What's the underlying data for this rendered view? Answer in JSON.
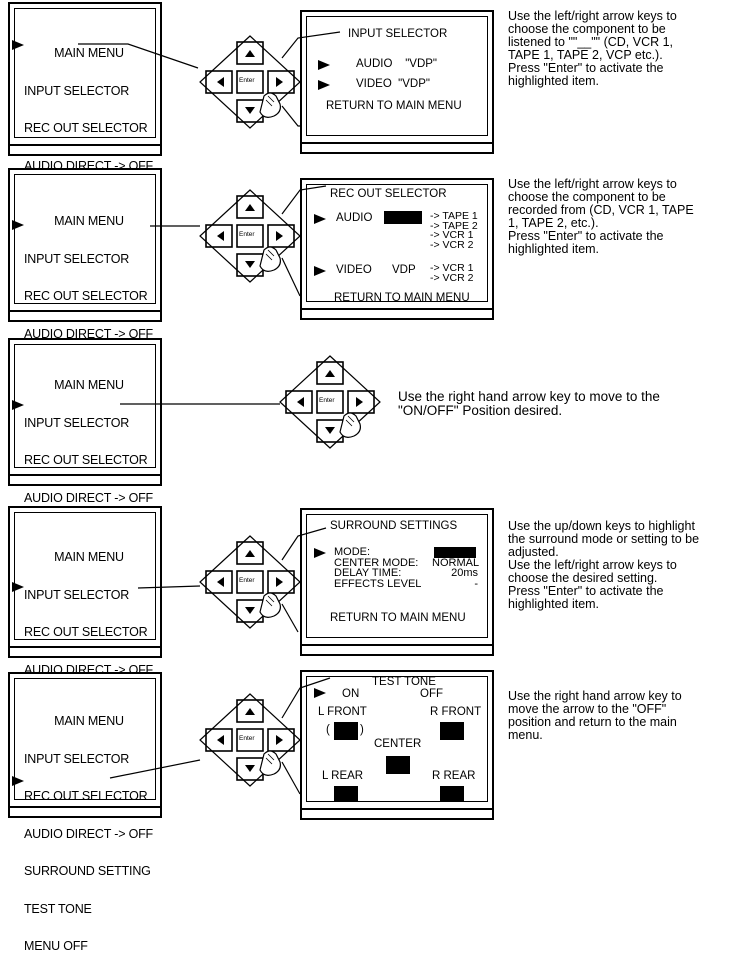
{
  "main_menu": {
    "title": "MAIN MENU",
    "items": [
      "INPUT SELECTOR",
      "REC OUT SELECTOR",
      "AUDIO DIRECT -> OFF",
      "SURROUND SETTING",
      "TEST TONE",
      "MENU OFF"
    ]
  },
  "enter_label": "Enter",
  "panel1": {
    "title": "INPUT SELECTOR",
    "audio": "AUDIO    \"VDP\"",
    "video": "VIDEO  \"VDP\"",
    "ret": "RETURN TO MAIN MENU",
    "desc": "Use the left/right arrow keys to\nchoose the component to be\nlistened to \"\"__\"\" (CD, VCR 1,\nTAPE 1, TAPE 2, VCP etc.).\nPress \"Enter\" to activate the\nhighlighted item."
  },
  "panel2": {
    "title": "REC OUT SELECTOR",
    "audio": "AUDIO",
    "audio_targets": "-> TAPE 1\n-> TAPE 2\n-> VCR 1\n-> VCR 2",
    "video": "VIDEO",
    "video_src": "VDP",
    "video_targets": "-> VCR 1\n-> VCR 2",
    "ret": "RETURN TO MAIN MENU",
    "desc": "Use the left/right arrow keys to\nchoose the component to be\nrecorded from (CD, VCR 1, TAPE\n1, TAPE 2, etc.).\nPress \"Enter\" to activate the\nhighlighted item."
  },
  "panel3": {
    "desc": "Use the right hand arrow key to move to the\n\"ON/OFF\" Position desired."
  },
  "panel4": {
    "title": "SURROUND SETTINGS",
    "labels": "MODE:\nCENTER MODE:\nDELAY TIME:\nEFFECTS LEVEL",
    "values": "\nNORMAL\n20ms\n-",
    "ret": "RETURN TO MAIN MENU",
    "desc": "Use the up/down keys to highlight\nthe surround mode or setting to be\nadjusted.\nUse the left/right arrow keys to\nchoose the desired setting.\nPress \"Enter\" to activate the\nhighlighted item."
  },
  "panel5": {
    "title": "TEST TONE",
    "on": "ON",
    "off": "OFF",
    "lfront": "L FRONT",
    "rfront": "R FRONT",
    "center": "CENTER",
    "lrear": "L REAR",
    "rrear": "R REAR",
    "desc": "Use the right hand arrow key to\nmove the arrow to the \"OFF\"\nposition and return to the main\nmenu."
  }
}
